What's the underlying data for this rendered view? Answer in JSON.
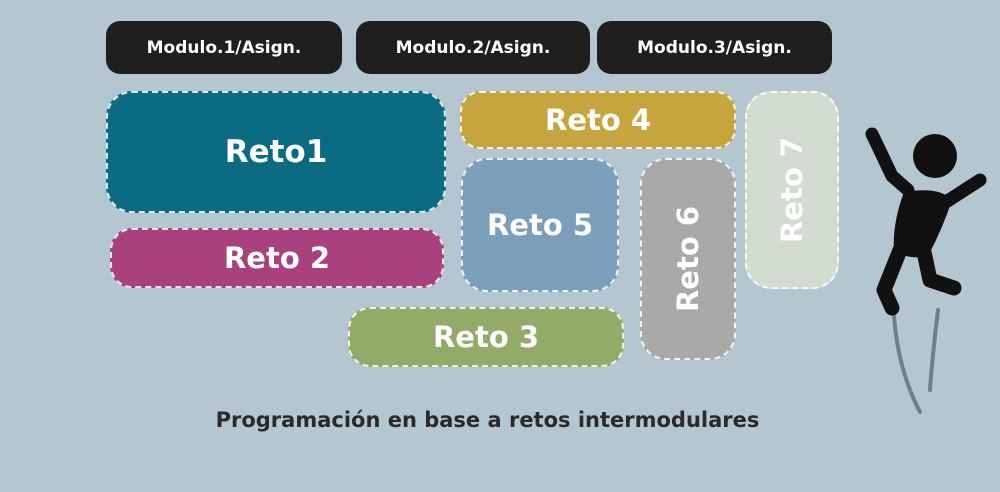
{
  "modules": [
    {
      "label": "Modulo.1/Asign."
    },
    {
      "label": "Modulo.2/Asign."
    },
    {
      "label": "Modulo.3/Asign."
    }
  ],
  "retos": [
    {
      "label": "Reto1",
      "color": "#0b6b82"
    },
    {
      "label": "Reto 2",
      "color": "#a9417f"
    },
    {
      "label": "Reto 3",
      "color": "#93ab68"
    },
    {
      "label": "Reto 4",
      "color": "#c6a53e"
    },
    {
      "label": "Reto 5",
      "color": "#7b9fba"
    },
    {
      "label": "Reto 6",
      "color": "#a9a9a9"
    },
    {
      "label": "Reto 7",
      "color": "#d2dcd0"
    }
  ],
  "caption": "Programación en base a retos intermodulares",
  "colors": {
    "background": "#b4c7d0",
    "module_tab": "#1f1f1f",
    "figure": "#111111"
  },
  "icons": [
    "jumping-person-icon"
  ]
}
